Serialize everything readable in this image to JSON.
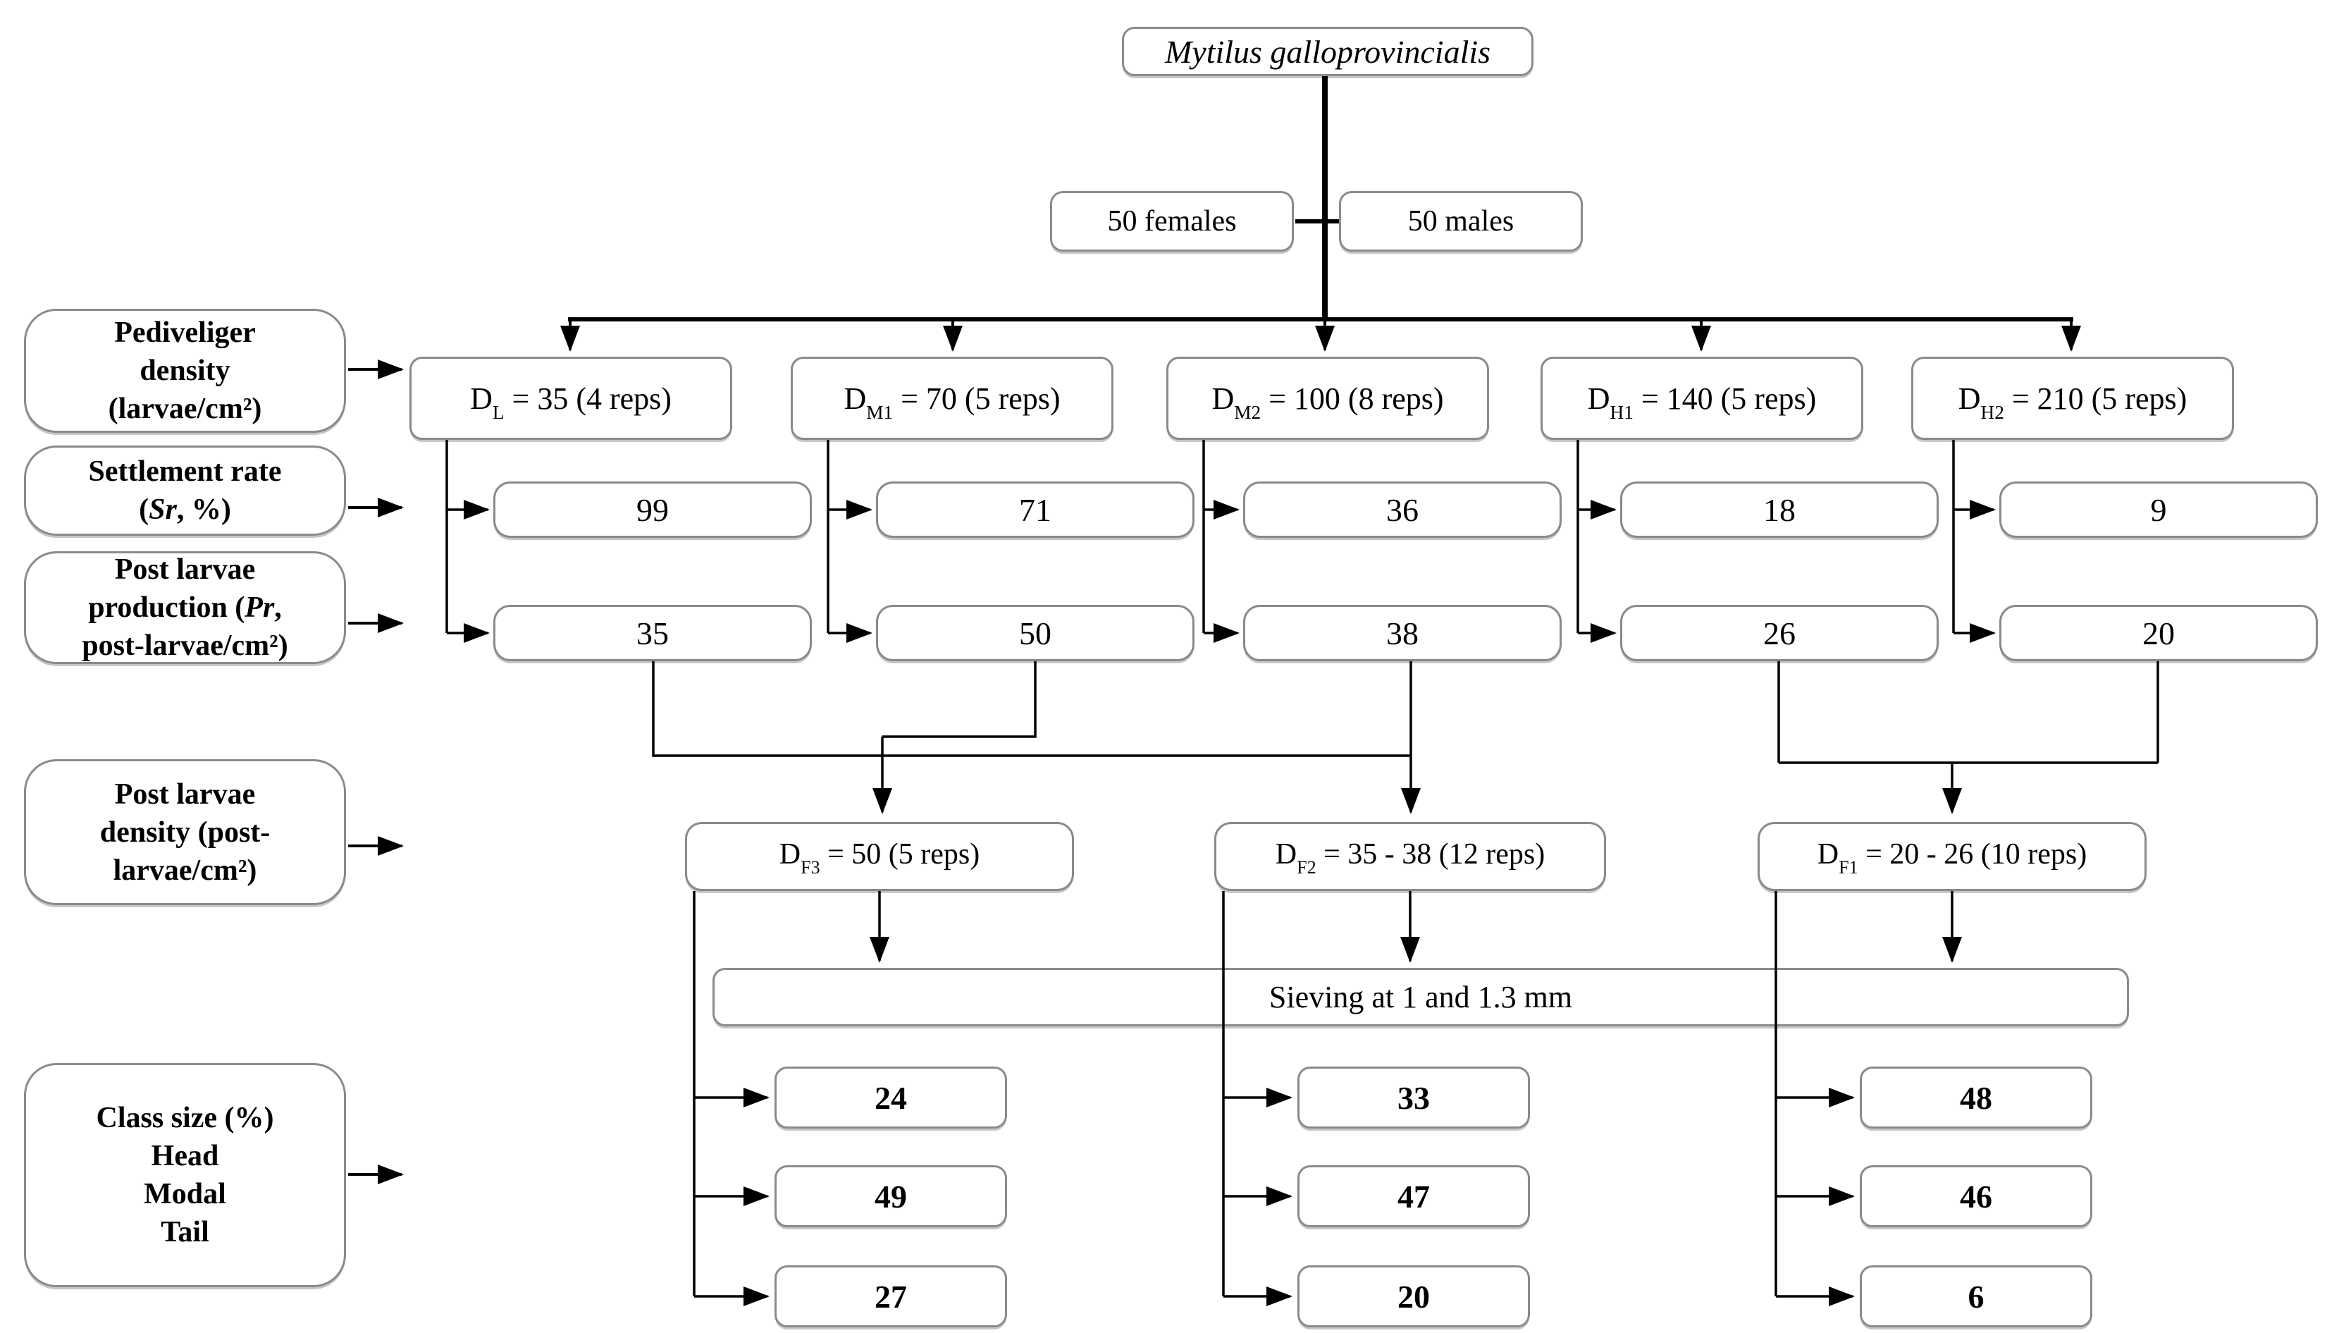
{
  "species": "Mytilus galloprovincialis",
  "broodstock": {
    "females": "50 females",
    "males": "50 males"
  },
  "row_labels": {
    "pediveliger": {
      "line1": "Pediveliger",
      "line2": "density",
      "line3": "(larvae/cm²)"
    },
    "settlement": {
      "line1": "Settlement rate",
      "open": "(",
      "italic": "Sr",
      "close": ", %)"
    },
    "production": {
      "line1": "Post larvae",
      "pre": "production (",
      "italic": "Pr",
      "post": ",",
      "line3": "post-larvae/cm²)"
    },
    "pl_density": {
      "line1": "Post larvae",
      "line2": "density (post-",
      "line3": "larvae/cm²)"
    },
    "class_size": {
      "line1": "Class size (%)",
      "line2": "Head",
      "line3": "Modal",
      "line4": "Tail"
    }
  },
  "density_treatments": [
    {
      "base": "D",
      "sub": "L",
      "value": " = 35 (4 reps)"
    },
    {
      "base": "D",
      "sub": "M1",
      "value": " = 70 (5 reps)"
    },
    {
      "base": "D",
      "sub": "M2",
      "value": " = 100 (8 reps)"
    },
    {
      "base": "D",
      "sub": "H1",
      "value": " = 140 (5 reps)"
    },
    {
      "base": "D",
      "sub": "H2",
      "value": " = 210 (5 reps)"
    }
  ],
  "settlement_rates": [
    "99",
    "71",
    "36",
    "18",
    "9"
  ],
  "production_values": [
    "35",
    "50",
    "38",
    "26",
    "20"
  ],
  "final_densities": [
    {
      "base": "D",
      "sub": "F3",
      "value": " = 50 (5 reps)"
    },
    {
      "base": "D",
      "sub": "F2",
      "value": " = 35 - 38 (12 reps)"
    },
    {
      "base": "D",
      "sub": "F1",
      "value": " = 20 - 26 (10 reps)"
    }
  ],
  "sieving_label": "Sieving at 1 and 1.3 mm",
  "class_size_columns": [
    {
      "head": "24",
      "modal": "49",
      "tail": "27"
    },
    {
      "head": "33",
      "modal": "47",
      "tail": "20"
    },
    {
      "head": "48",
      "modal": "46",
      "tail": "6"
    }
  ],
  "colors": {
    "line": "#000000",
    "box_border": "#8a8a8a",
    "background": "#ffffff"
  }
}
